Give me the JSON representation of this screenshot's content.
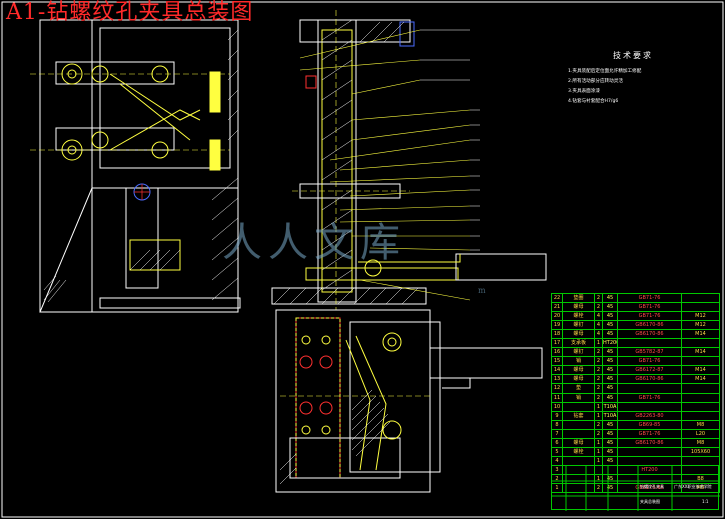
{
  "title": "A1-钻螺纹孔夹具总装图",
  "technical_requirements": {
    "heading": "技术要求",
    "items": [
      "1.夹具装配后定位面允许精加工修配",
      "2.所有活动部分应转动灵活",
      "3.夹具表面涂漆",
      "4.钻套与衬套配合H7/g6"
    ]
  },
  "watermark": {
    "text": "人人文库",
    "url_fragment": "m"
  },
  "bom_rows": [
    {
      "no": "22",
      "name": "垫圈",
      "qty": "2",
      "mat": "45",
      "std": "GB71-76",
      "note": ""
    },
    {
      "no": "21",
      "name": "螺母",
      "qty": "2",
      "mat": "45",
      "std": "GB71-76",
      "note": ""
    },
    {
      "no": "20",
      "name": "螺栓",
      "qty": "4",
      "mat": "45",
      "std": "GB71-76",
      "note": "M12"
    },
    {
      "no": "19",
      "name": "螺钉",
      "qty": "4",
      "mat": "45",
      "std": "GB6170-86",
      "note": "M12"
    },
    {
      "no": "18",
      "name": "螺母",
      "qty": "4",
      "mat": "45",
      "std": "GB6170-86",
      "note": "M14"
    },
    {
      "no": "17",
      "name": "支承板",
      "qty": "1",
      "mat": "HT200",
      "std": "",
      "note": ""
    },
    {
      "no": "16",
      "name": "螺钉",
      "qty": "2",
      "mat": "45",
      "std": "GB5782-87",
      "note": "M14"
    },
    {
      "no": "15",
      "name": "销",
      "qty": "2",
      "mat": "45",
      "std": "GB71-76",
      "note": ""
    },
    {
      "no": "14",
      "name": "螺母",
      "qty": "2",
      "mat": "45",
      "std": "GB6172-87",
      "note": "M14"
    },
    {
      "no": "13",
      "name": "螺母",
      "qty": "2",
      "mat": "45",
      "std": "GB6170-86",
      "note": "M14"
    },
    {
      "no": "12",
      "name": "垫",
      "qty": "2",
      "mat": "45",
      "std": "",
      "note": ""
    },
    {
      "no": "11",
      "name": "销",
      "qty": "2",
      "mat": "45",
      "std": "GB71-76",
      "note": ""
    },
    {
      "no": "10",
      "name": "",
      "qty": "1",
      "mat": "T10A",
      "std": "",
      "note": ""
    },
    {
      "no": "9",
      "name": "钻套",
      "qty": "1",
      "mat": "T10A",
      "std": "GB2263-80",
      "note": ""
    },
    {
      "no": "8",
      "name": "",
      "qty": "2",
      "mat": "45",
      "std": "GB69-85",
      "note": "M8"
    },
    {
      "no": "7",
      "name": "",
      "qty": "2",
      "mat": "45",
      "std": "GB71-76",
      "note": "L20"
    },
    {
      "no": "6",
      "name": "螺母",
      "qty": "1",
      "mat": "45",
      "std": "GB6170-86",
      "note": "M8"
    },
    {
      "no": "5",
      "name": "螺栓",
      "qty": "1",
      "mat": "45",
      "std": "",
      "note": "105X60"
    },
    {
      "no": "4",
      "name": "",
      "qty": "1",
      "mat": "45",
      "std": "",
      "note": ""
    },
    {
      "no": "3",
      "name": "",
      "qty": "",
      "mat": "",
      "std": "HT200",
      "note": ""
    },
    {
      "no": "2",
      "name": "",
      "qty": "1",
      "mat": "45",
      "std": "",
      "note": "B8"
    },
    {
      "no": "1",
      "name": "",
      "qty": "2",
      "mat": "45",
      "std": "GB6170-86",
      "note": "M8"
    }
  ],
  "title_block": {
    "school": "广东XX职业技术学院",
    "name": "钻螺纹孔夹具",
    "drawing": "夹具总装图",
    "scale": "1:1"
  }
}
